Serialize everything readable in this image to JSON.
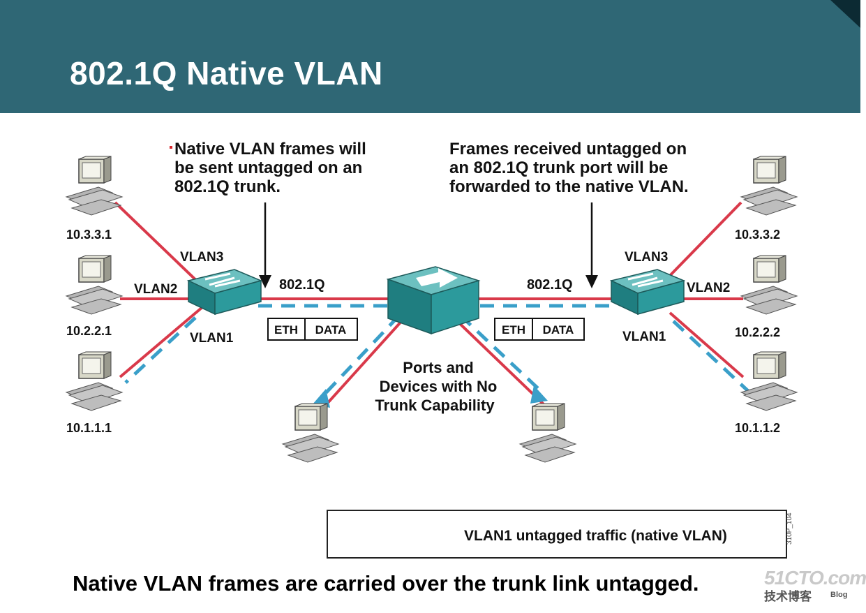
{
  "title": "802.1Q Native VLAN",
  "callout_left": [
    "Native VLAN frames will",
    "be sent untagged on an",
    "802.1Q trunk."
  ],
  "callout_right": [
    "Frames received untagged on",
    "an 802.1Q trunk port will be",
    "forwarded to the native VLAN."
  ],
  "hosts_left": [
    "10.3.3.1",
    "10.2.2.1",
    "10.1.1.1"
  ],
  "hosts_right": [
    "10.3.3.2",
    "10.2.2.2",
    "10.1.1.2"
  ],
  "vlan_labels": {
    "vlan3": "VLAN3",
    "vlan2": "VLAN2",
    "vlan1": "VLAN1"
  },
  "trunk_label": "802.1Q",
  "frame_fields": {
    "eth": "ETH",
    "data": "DATA"
  },
  "center_label": [
    "Ports and",
    "Devices with No",
    "Trunk Capability"
  ],
  "legend_label": "VLAN1 untagged traffic (native VLAN)",
  "figure_code": "310P_104",
  "footer": "Native VLAN frames are carried over the trunk link untagged.",
  "watermark": {
    "main": "51CTO.com",
    "sub": "技术博客",
    "blog": "Blog"
  },
  "colors": {
    "header": "#2f6775",
    "vlan_link": "#d9394a",
    "native_dash": "#3a9fc9",
    "switch": "#2c8a8a"
  }
}
